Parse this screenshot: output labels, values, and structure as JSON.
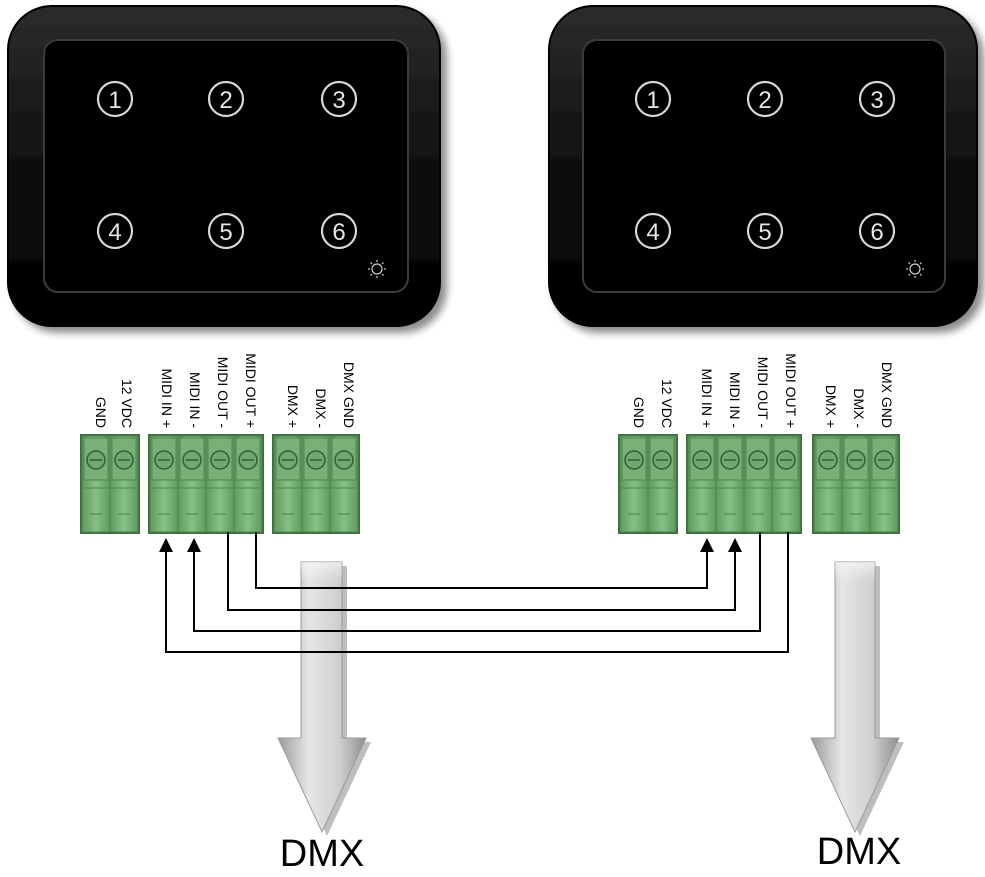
{
  "panels": [
    {
      "id": "left",
      "buttons": [
        "1",
        "2",
        "3",
        "4",
        "5",
        "6"
      ],
      "terminal_labels": [
        "GND",
        "12 VDC",
        "MIDI IN +",
        "MIDI IN -",
        "MIDI OUT -",
        "MIDI OUT +",
        "DMX +",
        "DMX -",
        "DMX GND"
      ],
      "output_label": "DMX"
    },
    {
      "id": "right",
      "buttons": [
        "1",
        "2",
        "3",
        "4",
        "5",
        "6"
      ],
      "terminal_labels": [
        "GND",
        "12 VDC",
        "MIDI IN +",
        "MIDI IN -",
        "MIDI OUT -",
        "MIDI OUT +",
        "DMX +",
        "DMX -",
        "DMX GND"
      ],
      "output_label": "DMX"
    }
  ],
  "icons": {
    "panel_indicator": "sun-led-icon",
    "output_arrow": "down-arrow-icon"
  },
  "colors": {
    "panel_outer": "#141414",
    "panel_face": "#050505",
    "button_ring": "#d8d8d8",
    "terminal_green": "#78b078",
    "wire": "#000000",
    "dmx_arrow": "#c4c4c4"
  }
}
